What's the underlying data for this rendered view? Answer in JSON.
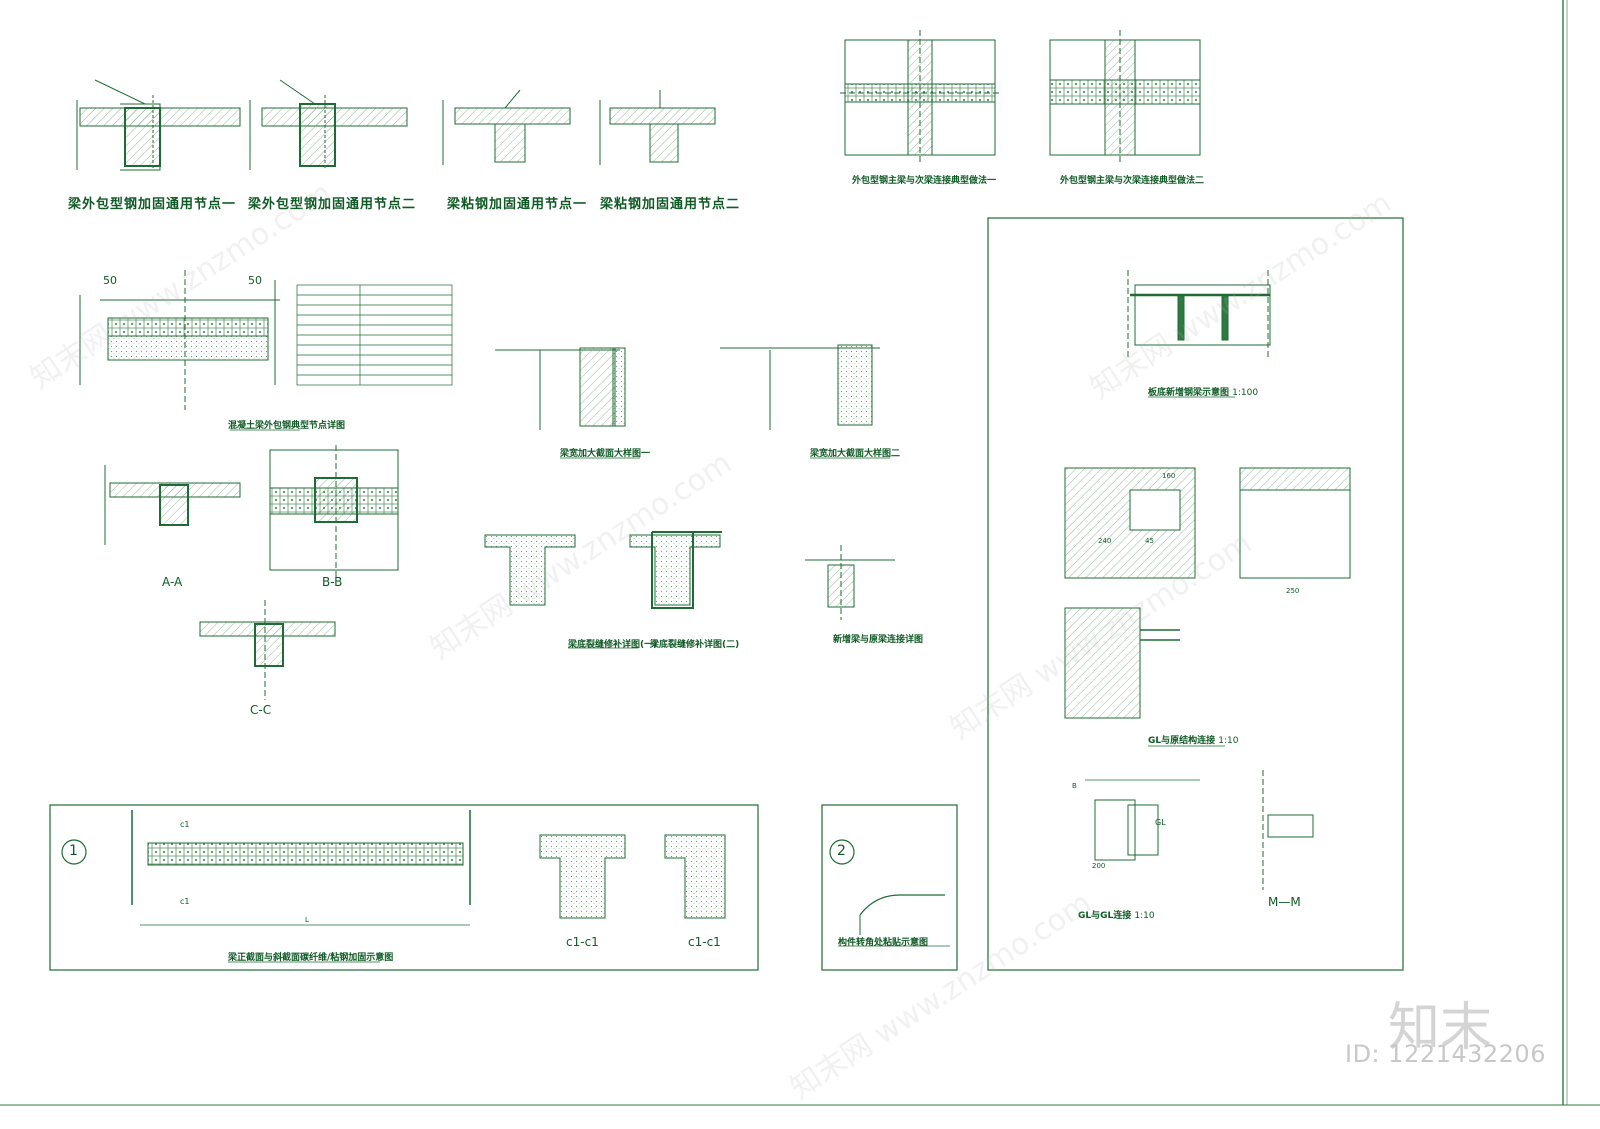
{
  "captions": {
    "c1": "梁外包型钢加固通用节点一",
    "c2": "梁外包型钢加固通用节点二",
    "c3": "梁粘钢加固通用节点一",
    "c4": "梁粘钢加固通用节点二",
    "c5": "外包型钢主梁与次梁连接典型做法一",
    "c6": "外包型钢主梁与次梁连接典型做法二",
    "c7": "混凝土梁外包钢典型节点详图",
    "c8": "梁宽加大截面大样图一",
    "c9": "梁宽加大截面大样图二",
    "c10": "板底新增钢梁示意图",
    "c10_scale": "1:100",
    "c11": "GL与原结构连接",
    "c11_scale": "1:10",
    "c12": "GL与GL连接",
    "c12_scale": "1:10",
    "c13": "梁正截面与斜截面碳纤维/粘钢加固示意图",
    "c14": "构件转角处粘贴示意图",
    "secA": "A-A",
    "secB": "B-B",
    "secC": "C-C",
    "secM": "M—M",
    "secc1a": "c1-c1",
    "secc1b": "c1-c1",
    "d1": "梁底裂缝修补详图(一)",
    "d2": "梁底裂缝修补详图(二)",
    "d3": "新增梁与原梁连接详图",
    "num1": "1",
    "num2": "2"
  },
  "labels": {
    "dim50a": "50",
    "dim50b": "50",
    "L": "L",
    "c1top": "c1",
    "c1bot": "c1",
    "GL": "GL",
    "B": "B",
    "dim200": "200",
    "dim250": "250",
    "dim160": "160",
    "dim45": "45",
    "dim240": "240"
  },
  "watermark": {
    "logo": "知末",
    "id": "ID: 1221432206",
    "site": "知末网 www.znzmo.com"
  },
  "colors": {
    "line": "#1f6b35",
    "hatch": "#6a9a70",
    "frame": "#2f7a40",
    "watermark": "#c8c8c8"
  }
}
